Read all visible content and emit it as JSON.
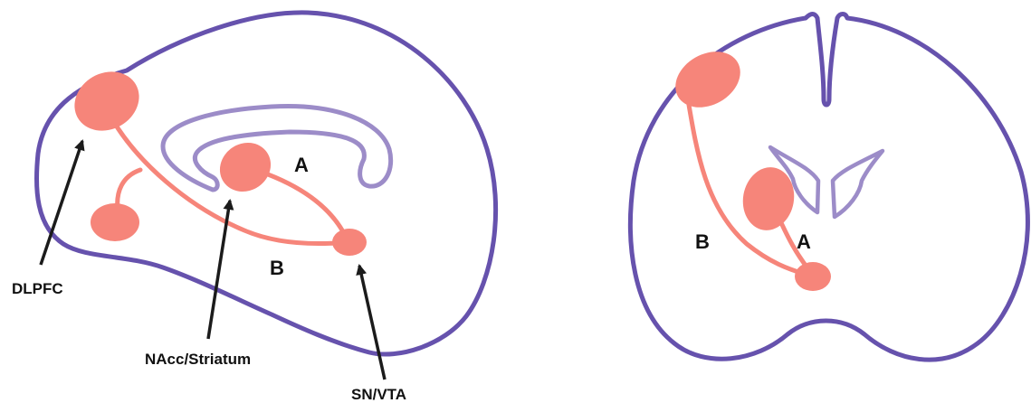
{
  "colors": {
    "brain_outline": "#6652ad",
    "ventricle": "#9c8cc8",
    "region": "#f6857a",
    "arrow": "#1b1b1b",
    "background": "#ffffff"
  },
  "sagittal": {
    "pathway_labels": {
      "a": "A",
      "b": "B"
    },
    "region_labels": {
      "dlpfc": "DLPFC",
      "nacc": "NAcc/Striatum",
      "sn_vta": "SN/VTA"
    }
  },
  "coronal": {
    "pathway_labels": {
      "a": "A",
      "b": "B"
    }
  }
}
